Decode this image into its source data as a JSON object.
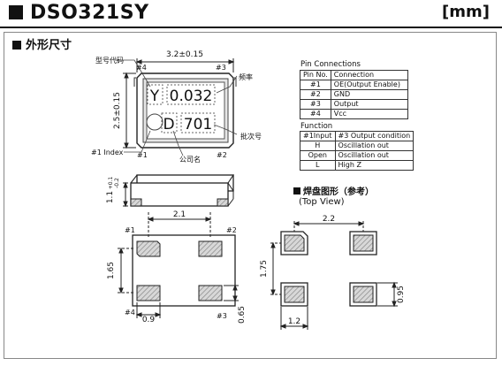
{
  "header": {
    "title": "DSO321SY",
    "unit": "[mm]"
  },
  "section_title": "外形尺寸",
  "top_view": {
    "dim_width": "3.2±0.15",
    "dim_height": "2.5±0.15",
    "line1_left": "Y",
    "line1_right": "0.032",
    "line2_left": "D",
    "line2_right": "701",
    "callouts": {
      "model_code": "型号代码",
      "frequency": "频率",
      "lot_number": "批次号",
      "company": "公司名",
      "index": "#1 Index"
    },
    "pins": {
      "p1": "#1",
      "p2": "#2",
      "p3": "#3",
      "p4": "#4"
    }
  },
  "side_view": {
    "thickness": "1.1",
    "tol_plus": "+0.1",
    "tol_minus": "-0.2"
  },
  "bottom_view": {
    "pitch_x": "2.1",
    "pitch_y": "1.65",
    "pad_w": "0.9",
    "pad_h": "0.65",
    "pins": {
      "p1": "#1",
      "p2": "#2",
      "p3": "#3",
      "p4": "#4"
    }
  },
  "land_pattern": {
    "title": "焊盘图形（参考）",
    "subtitle": "(Top View)",
    "pitch_x": "2.2",
    "pitch_y": "1.75",
    "pad_w": "1.2",
    "pad_h": "0.95"
  },
  "pin_connections": {
    "caption": "Pin Connections",
    "headers": [
      "Pin No.",
      "Connection"
    ],
    "rows": [
      [
        "#1",
        "OE(Output Enable)"
      ],
      [
        "#2",
        "GND"
      ],
      [
        "#3",
        "Output"
      ],
      [
        "#4",
        "Vcc"
      ]
    ]
  },
  "function_table": {
    "caption": "Function",
    "headers": [
      "#1Input",
      "#3 Output condition"
    ],
    "rows": [
      [
        "H",
        "Oscillation out"
      ],
      [
        "Open",
        "Oscillation out"
      ],
      [
        "L",
        "High Z"
      ]
    ]
  }
}
